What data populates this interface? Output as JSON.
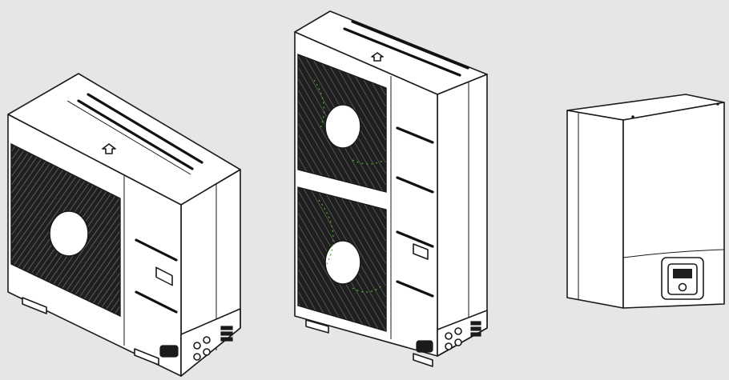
{
  "colors": {
    "background": "#e6e6e6",
    "outline": "#1a1a1a",
    "body": "#ffffff",
    "fan_grille": "#1f1f1f",
    "accent": "#4caf2a"
  },
  "devices": [
    {
      "type": "single-fan outdoor unit",
      "icon": "outdoor-unit-single-fan"
    },
    {
      "type": "dual-fan outdoor unit",
      "icon": "outdoor-unit-dual-fan"
    },
    {
      "type": "indoor wall unit",
      "icon": "indoor-unit-with-display"
    }
  ]
}
